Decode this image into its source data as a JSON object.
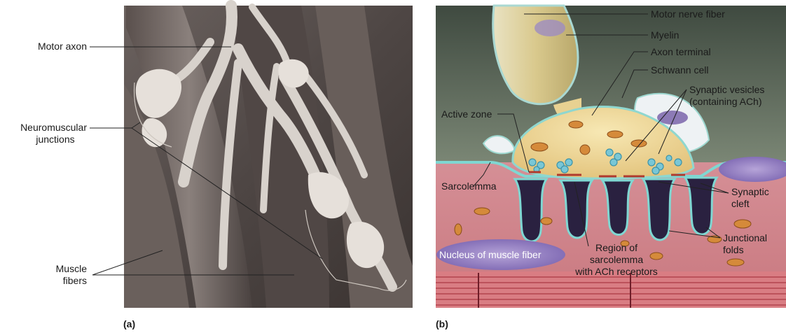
{
  "panel_a": {
    "tag": "(a)",
    "labels": {
      "motor_axon": "Motor axon",
      "nmj_line1": "Neuromuscular",
      "nmj_line2": "junctions",
      "muscle_line1": "Muscle",
      "muscle_line2": "fibers"
    }
  },
  "panel_b": {
    "tag": "(b)",
    "labels": {
      "motor_nerve_fiber": "Motor nerve fiber",
      "myelin": "Myelin",
      "axon_terminal": "Axon terminal",
      "schwann_cell": "Schwann cell",
      "synaptic_vesicles_1": "Synaptic vesicles",
      "synaptic_vesicles_2": "(containing ACh)",
      "active_zone": "Active zone",
      "sarcolemma": "Sarcolemma",
      "synaptic_cleft_1": "Synaptic",
      "synaptic_cleft_2": "cleft",
      "junctional_folds_1": "Junctional",
      "junctional_folds_2": "folds",
      "nucleus": "Nucleus of muscle fiber",
      "region_1": "Region of",
      "region_2": "sarcolemma",
      "region_3": "with ACh receptors"
    }
  }
}
